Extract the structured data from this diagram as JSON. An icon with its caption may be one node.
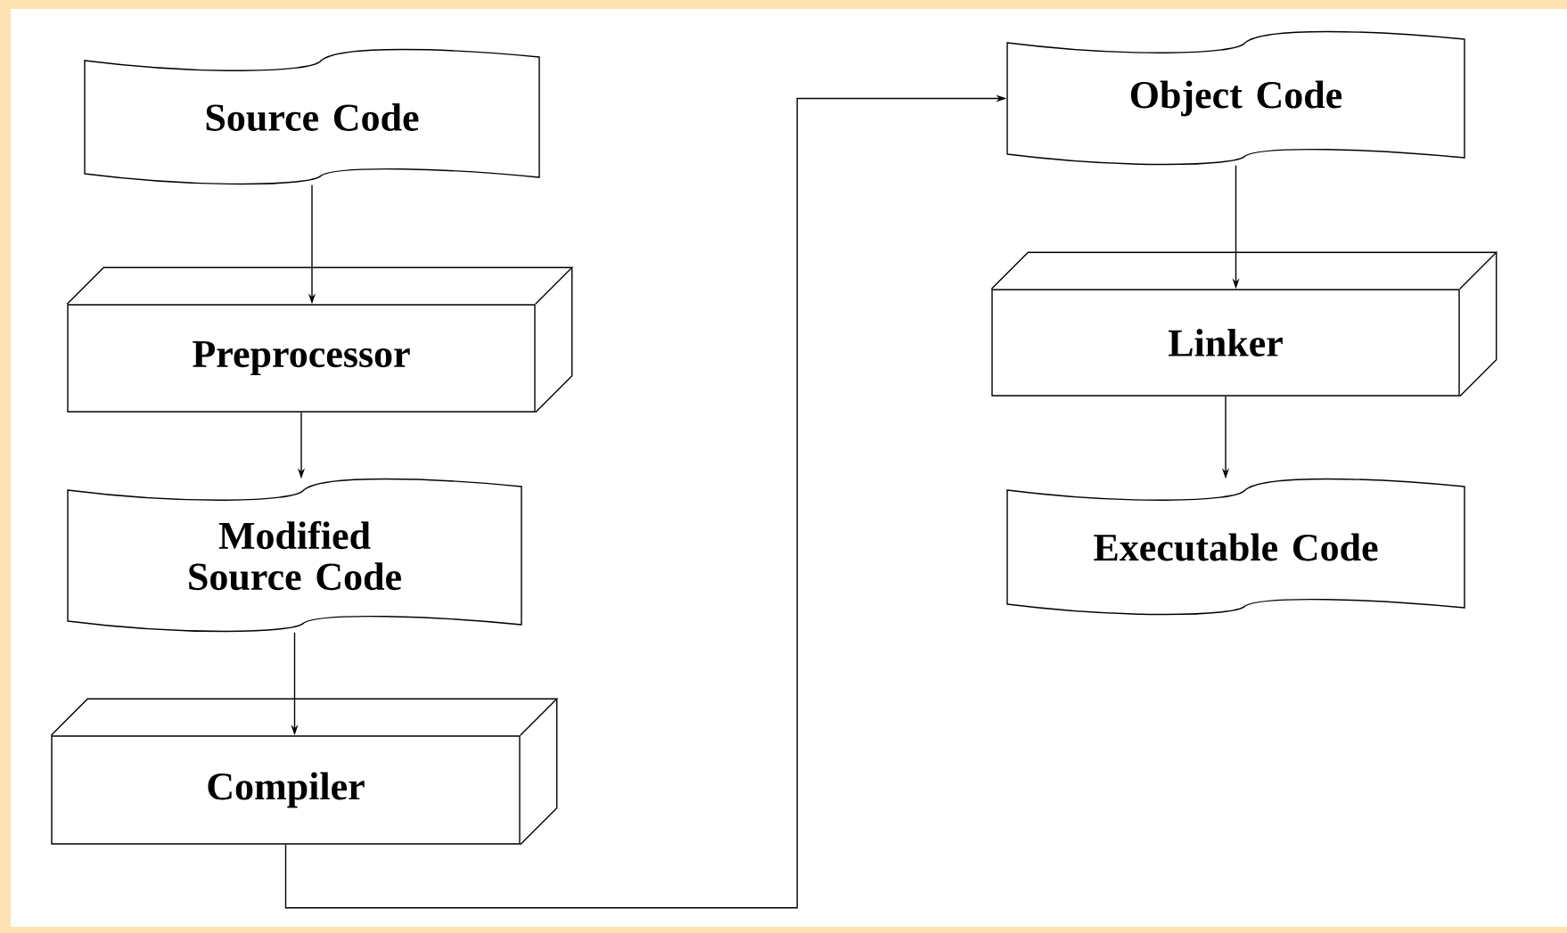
{
  "diagram": {
    "nodes": [
      {
        "text": [
          "Source Code"
        ]
      },
      {
        "text": [
          "Preprocessor"
        ]
      },
      {
        "text": [
          "Modified Source Code"
        ]
      },
      {
        "text": [
          "Compiler"
        ]
      },
      {
        "text": [
          "Object Code"
        ]
      },
      {
        "text": [
          "Linker"
        ]
      },
      {
        "text": [
          "Executable Code"
        ]
      }
    ],
    "edges": [
      {
        "from": 0,
        "to": 1,
        "arrow": "to"
      },
      {
        "from": 1,
        "to": 2,
        "arrow": "to"
      },
      {
        "from": 2,
        "to": 3,
        "arrow": "to"
      },
      {
        "from": 3,
        "to": 4,
        "arrow": "to"
      },
      {
        "from": 4,
        "to": 5,
        "arrow": "to"
      },
      {
        "from": 5,
        "to": 6,
        "arrow": "to"
      }
    ]
  }
}
